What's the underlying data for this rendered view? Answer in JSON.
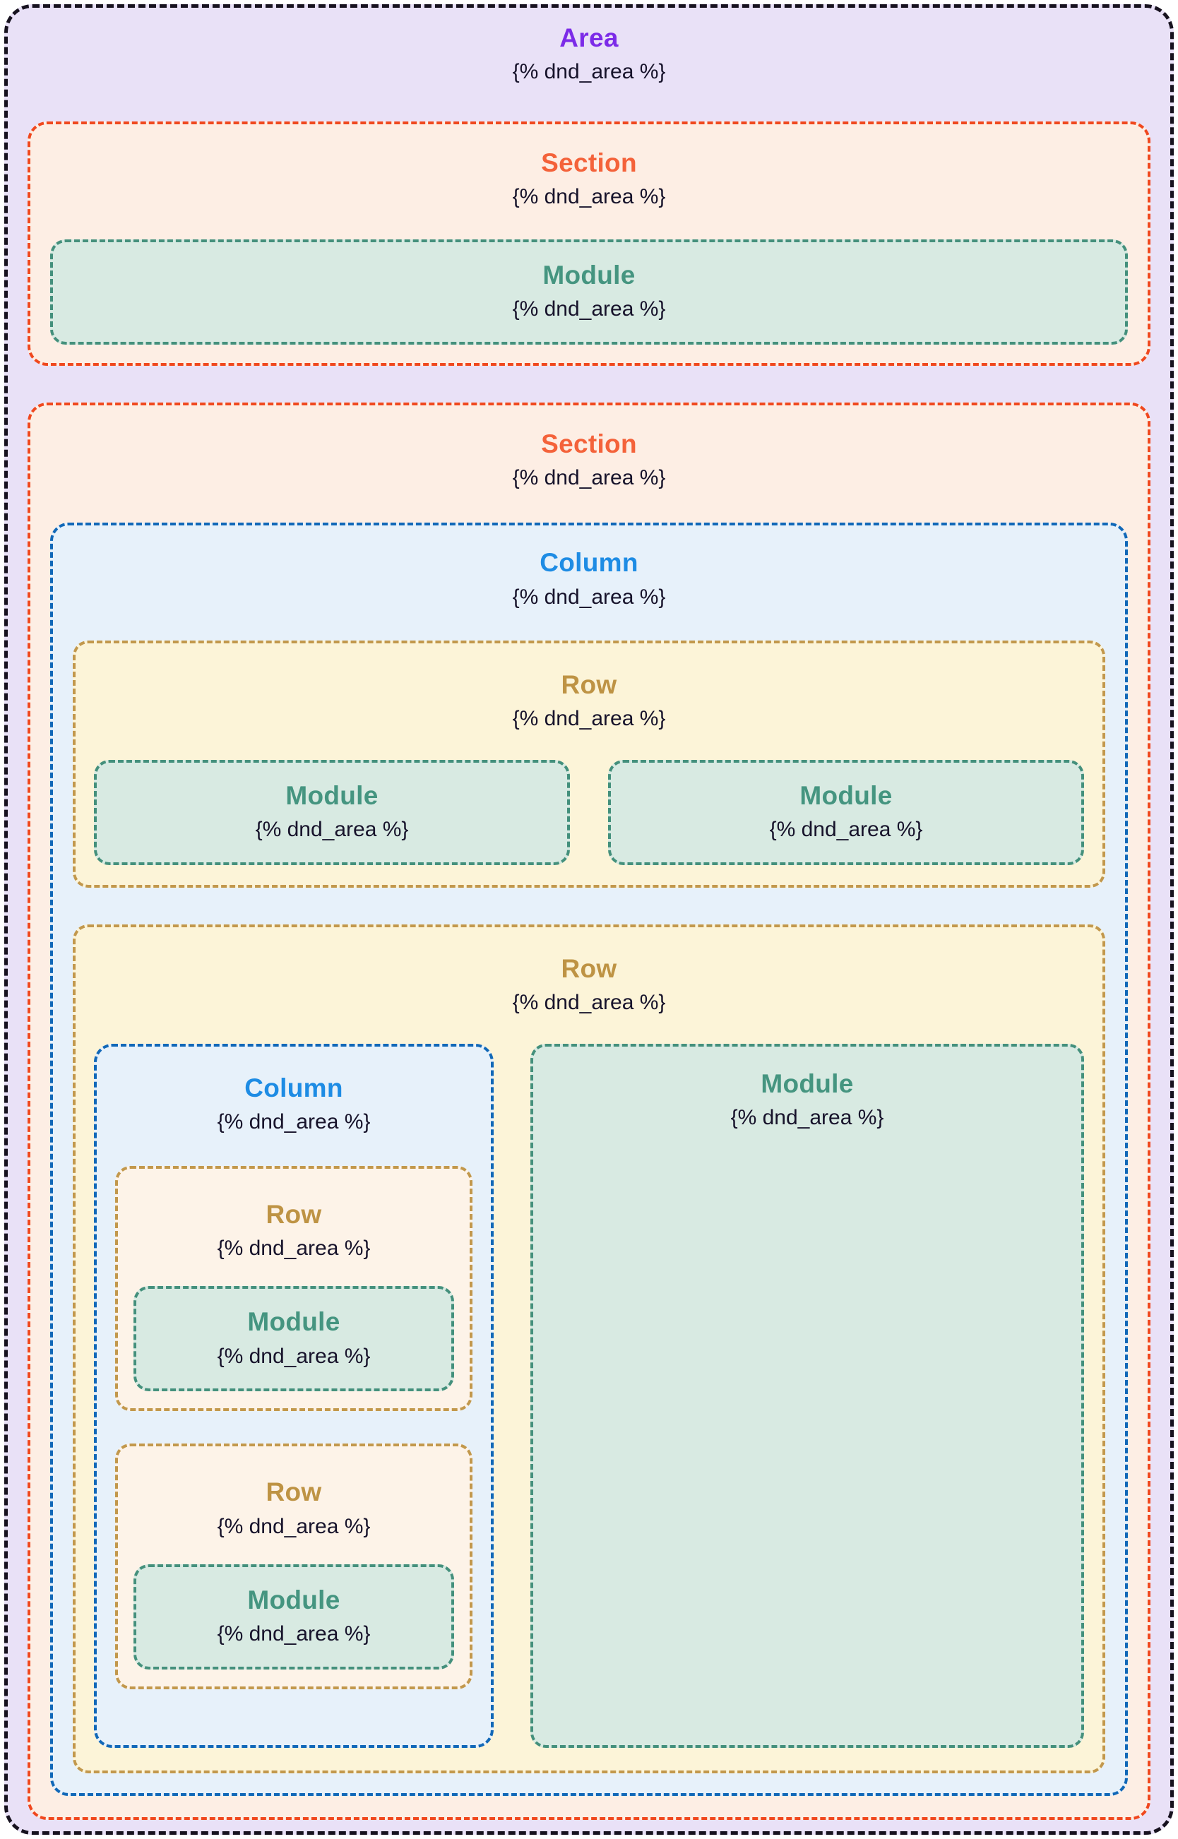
{
  "colors": {
    "area_bg": "#E9E1F7",
    "area_border": "#17121F",
    "area_title": "#7C2BE8",
    "section_bg": "#FDEEE4",
    "section_border": "#F0481E",
    "section_title": "#F4623A",
    "module_bg": "#D8EAE2",
    "module_border": "#44907C",
    "module_title": "#459580",
    "column_bg": "#E7F1FA",
    "column_border": "#1168B8",
    "column_title": "#1E8CE4",
    "row_bg": "#FCF4D8",
    "row_border": "#C2984C",
    "row_title": "#BE9344",
    "nested_row_bg": "#FDF3E8",
    "tag_text": "#17132B"
  },
  "diagram": {
    "area": {
      "label": "Area",
      "tag": "{% dnd_area %}",
      "sections": [
        {
          "label": "Section",
          "tag": "{% dnd_area %}",
          "module": {
            "label": "Module",
            "tag": "{% dnd_area %}"
          }
        },
        {
          "label": "Section",
          "tag": "{% dnd_area %}",
          "column": {
            "label": "Column",
            "tag": "{% dnd_area %}",
            "rows": [
              {
                "label": "Row",
                "tag": "{% dnd_area %}",
                "modules": [
                  {
                    "label": "Module",
                    "tag": "{% dnd_area %}"
                  },
                  {
                    "label": "Module",
                    "tag": "{% dnd_area %}"
                  }
                ]
              },
              {
                "label": "Row",
                "tag": "{% dnd_area %}",
                "column": {
                  "label": "Column",
                  "tag": "{% dnd_area %}",
                  "rows": [
                    {
                      "label": "Row",
                      "tag": "{% dnd_area %}",
                      "module": {
                        "label": "Module",
                        "tag": "{% dnd_area %}"
                      }
                    },
                    {
                      "label": "Row",
                      "tag": "{% dnd_area %}",
                      "module": {
                        "label": "Module",
                        "tag": "{% dnd_area %}"
                      }
                    }
                  ]
                },
                "module": {
                  "label": "Module",
                  "tag": "{% dnd_area %}"
                }
              }
            ]
          }
        }
      ]
    }
  }
}
